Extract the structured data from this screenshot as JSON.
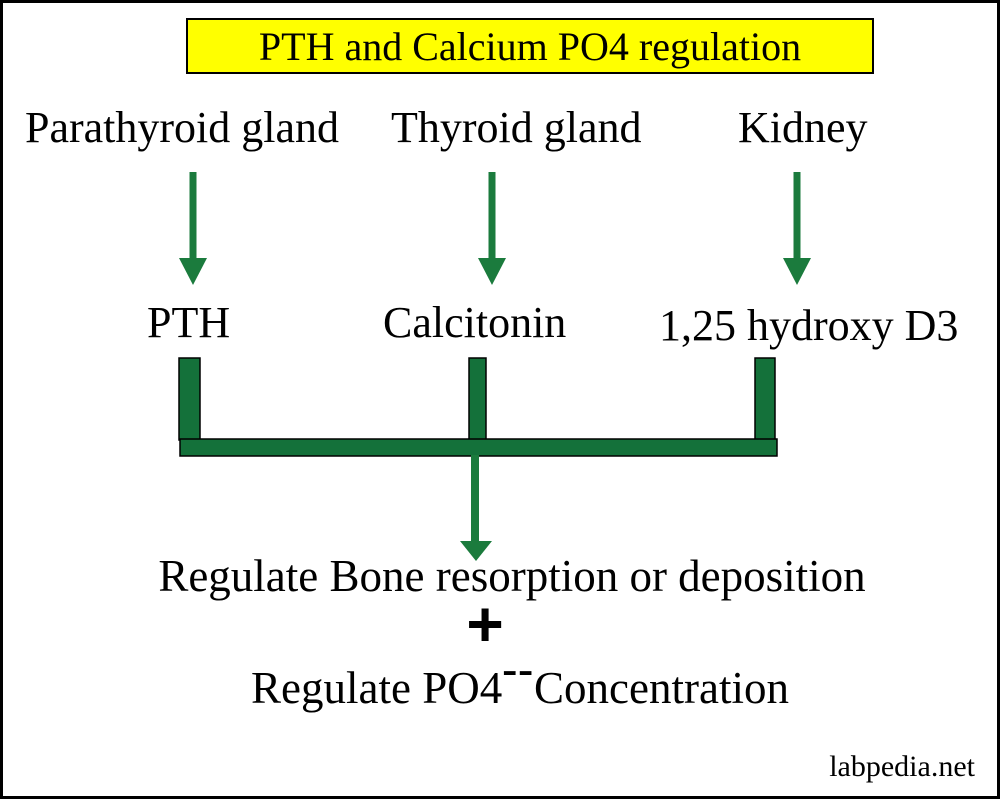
{
  "title": {
    "text": "PTH and Calcium PO4 regulation"
  },
  "colors": {
    "green_arrow": "#1B7B3D",
    "green_bar": "#14713A",
    "highlight_yellow": "#FFFF00",
    "text_black": "#000000"
  },
  "sources": [
    {
      "organ": "Parathyroid gland",
      "hormone": "PTH"
    },
    {
      "organ": "Thyroid gland",
      "hormone": "Calcitonin"
    },
    {
      "organ": "Kidney",
      "hormone": "1,25 hydroxy D3"
    }
  ],
  "outcome": {
    "bone_line": "Regulate Bone resorption or deposition",
    "plus": "+",
    "po4_prefix": "Regulate PO4",
    "po4_superscript": "--",
    "po4_suffix": "Concentration"
  },
  "watermark": "labpedia.net"
}
